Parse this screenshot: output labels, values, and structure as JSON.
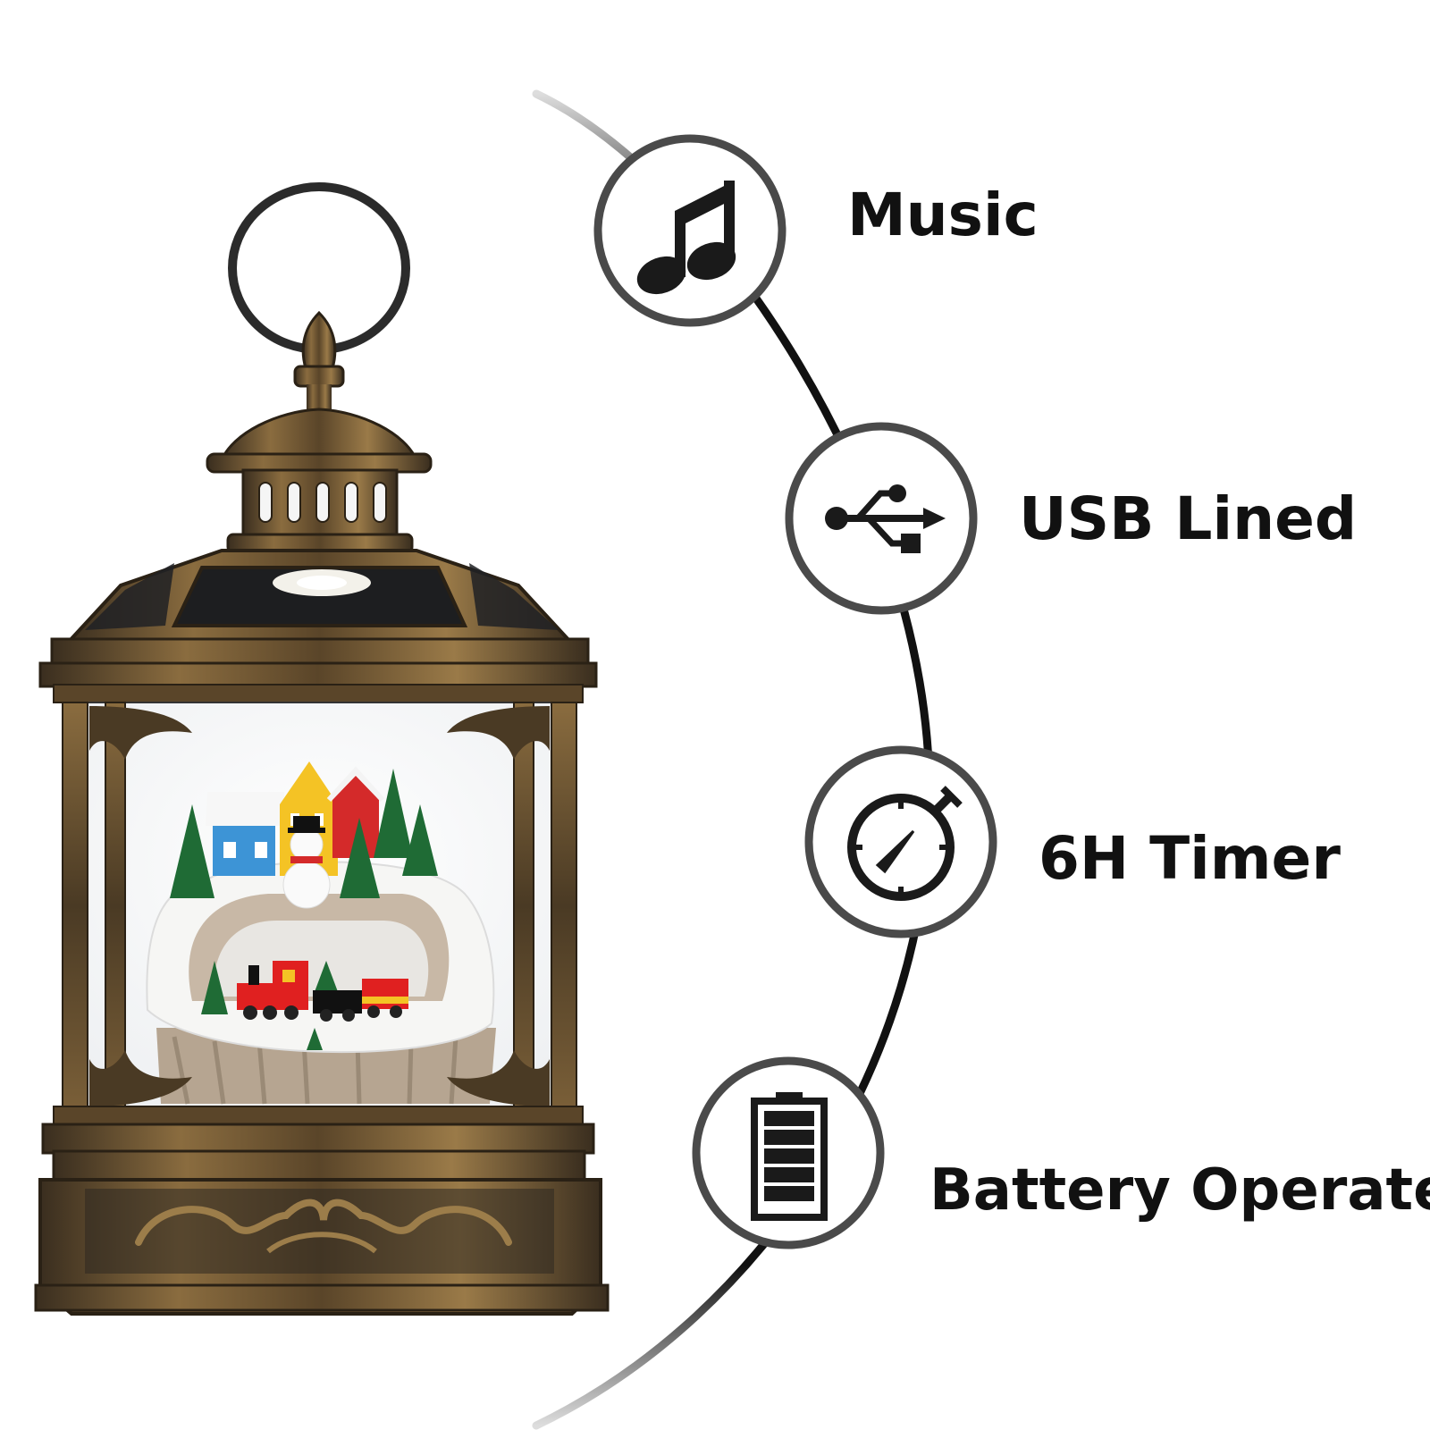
{
  "features": [
    {
      "label": "Music",
      "icon": "music-note-icon"
    },
    {
      "label": "USB Lined",
      "icon": "usb-icon"
    },
    {
      "label": "6H Timer",
      "icon": "stopwatch-icon"
    },
    {
      "label": "Battery Operated",
      "icon": "battery-icon"
    }
  ],
  "colors": {
    "curve_dark": "#111111",
    "curve_light": "#d0d0d0",
    "circle_stroke": "#4a4a4a",
    "icon": "#1a1a1a",
    "lantern_bronze": "#6b5330",
    "lantern_dark": "#2a241c",
    "train_red": "#e02020",
    "snow": "#f4f4f2"
  }
}
